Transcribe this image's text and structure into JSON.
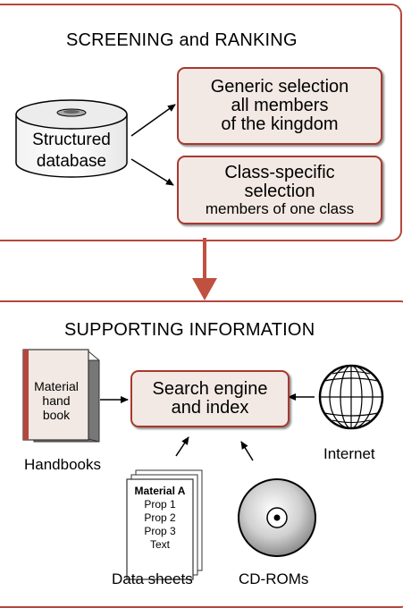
{
  "screening": {
    "title": "SCREENING and RANKING",
    "database_label": [
      "Structured",
      "database"
    ],
    "generic_box": [
      "Generic selection",
      "all members",
      "of the kingdom"
    ],
    "class_box": [
      "Class-specific",
      "selection",
      "members of one class"
    ]
  },
  "supporting": {
    "title": "SUPPORTING INFORMATION",
    "handbook_cover": [
      "Material",
      "hand",
      "book"
    ],
    "handbooks_label": "Handbooks",
    "search_box": [
      "Search engine",
      "and index"
    ],
    "internet_label": "Internet",
    "datasheet": {
      "title": "Material A",
      "lines": [
        "Prop 1",
        "Prop 2",
        "Prop 3",
        "Text"
      ]
    },
    "datasheets_label": "Data sheets",
    "cdroms_label": "CD-ROMs"
  },
  "colors": {
    "border": "#b5473c",
    "box_fill": "#f3e9e4",
    "arrow": "#c0503f"
  }
}
